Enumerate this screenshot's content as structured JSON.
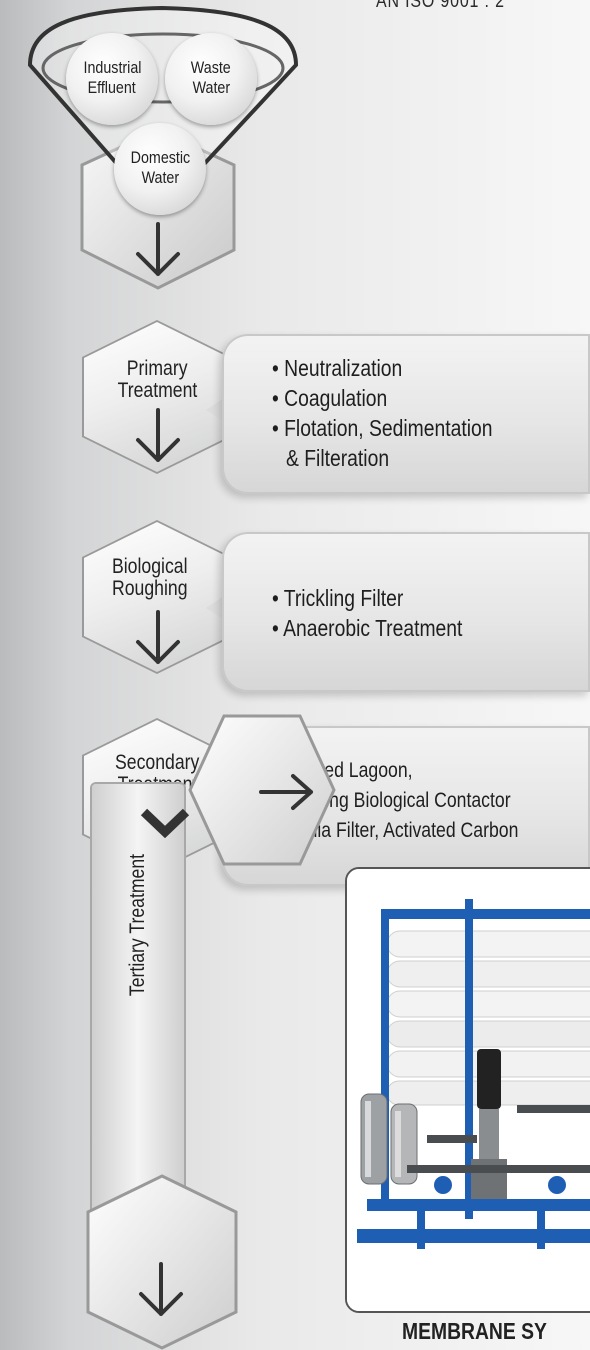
{
  "header": {
    "fragment": "AN ISO 9001 : 2"
  },
  "sources": {
    "industrial": [
      "Industrial",
      "Effluent"
    ],
    "waste": [
      "Waste",
      "Water"
    ],
    "domestic": [
      "Domestic",
      "Water"
    ]
  },
  "steps": [
    {
      "title": [
        "Primary",
        "Treatment"
      ],
      "bullets": [
        "• Neutralization",
        "• Coagulation",
        "• Flotation, Sedimentation",
        "& Filteration"
      ]
    },
    {
      "title": [
        "Biological",
        "Roughing"
      ],
      "bullets": [
        "• Trickling Filter",
        "• Anaerobic Treatment"
      ]
    },
    {
      "title": [
        "Secondary",
        "Treatment"
      ],
      "bullets": [
        "• Aerated Lagoon,",
        "• Rotating Biological Contactor",
        "• Media Filter, Activated Carbon"
      ]
    }
  ],
  "tertiary": {
    "label": "Tertiary Treatment"
  },
  "footer": {
    "caption": "MEMBRANE SY"
  },
  "colors": {
    "frame_blue": "#1f5fb3",
    "membrane_white": "#f2f2f2",
    "steel": "#8a8d90"
  }
}
